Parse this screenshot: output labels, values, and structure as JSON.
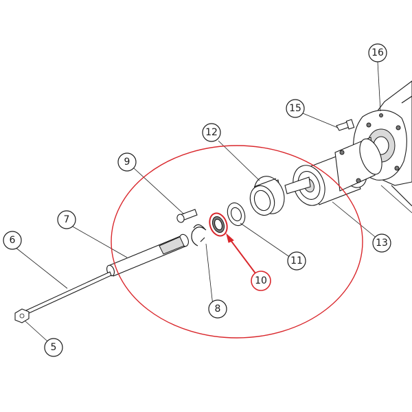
{
  "callouts": {
    "c5": "5",
    "c6": "6",
    "c7": "7",
    "c8": "8",
    "c9": "9",
    "c10": "10",
    "c11": "11",
    "c12": "12",
    "c13": "13",
    "c15": "15",
    "c16": "16"
  },
  "highlight": {
    "color": "#d9262b",
    "target_callout": "10"
  }
}
